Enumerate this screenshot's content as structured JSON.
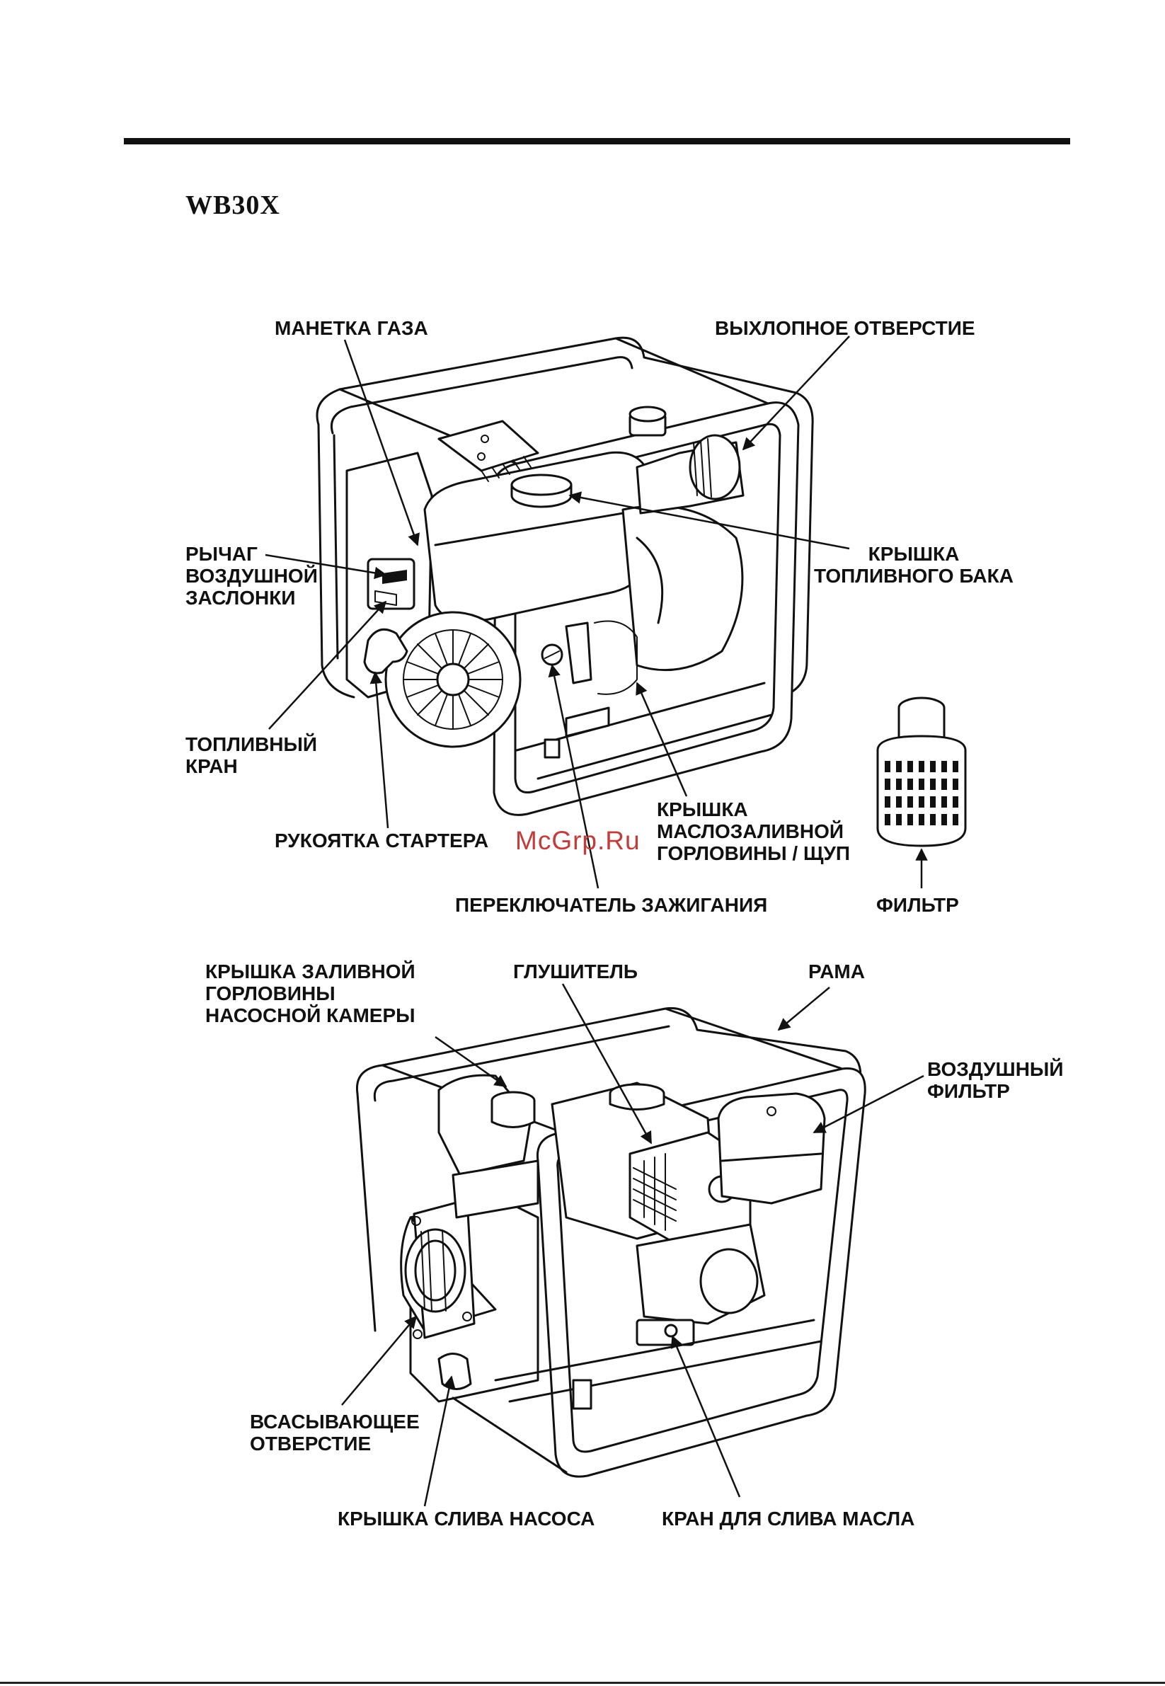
{
  "model": "WB30X",
  "watermark": "McGrp.Ru",
  "top_labels": {
    "throttle": "МАНЕТКА ГАЗА",
    "exhaust": "ВЫХЛОПНОЕ ОТВЕРСТИЕ",
    "choke": "РЫЧАГ\nВОЗДУШНОЙ\nЗАСЛОНКИ",
    "fuel_cap": "КРЫШКА\nТОПЛИВНОГО БАКА",
    "fuel_valve": "ТОПЛИВНЫЙ\nКРАН",
    "starter": "РУКОЯТКА СТАРТЕРА",
    "oil_cap": "КРЫШКА\nМАСЛОЗАЛИВНОЙ\nГОРЛОВИНЫ / ЩУП",
    "ignition": "ПЕРЕКЛЮЧАТЕЛЬ ЗАЖИГАНИЯ",
    "filter": "ФИЛЬТР"
  },
  "bottom_labels": {
    "priming_cap": "КРЫШКА ЗАЛИВНОЙ\nГОРЛОВИНЫ\nНАСОСНОЙ КАМЕРЫ",
    "muffler": "ГЛУШИТЕЛЬ",
    "frame": "РАМА",
    "air_filter": "ВОЗДУШНЫЙ\nФИЛЬТР",
    "suction": "ВСАСЫВАЮЩЕЕ\nОТВЕРСТИЕ",
    "pump_drain": "КРЫШКА СЛИВА НАСОСА",
    "oil_drain": "КРАН ДЛЯ СЛИВА МАСЛА"
  }
}
